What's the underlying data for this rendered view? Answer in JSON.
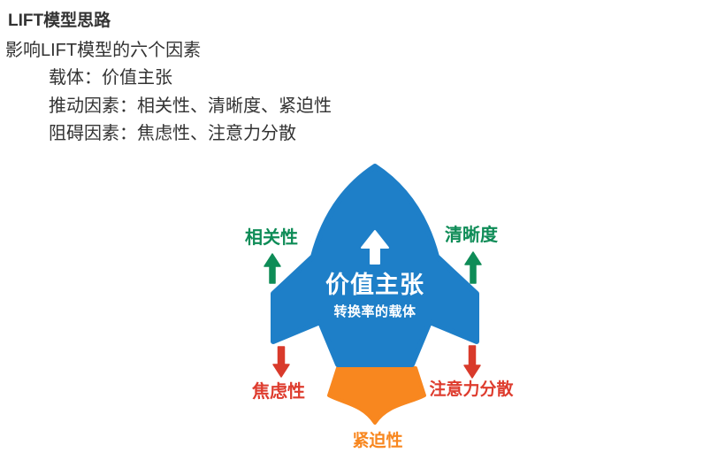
{
  "page": {
    "title": "LIFT模型思路",
    "intro": "影响LIFT模型的六个因素",
    "bullets": [
      "载体：价值主张",
      "推动因素：相关性、清晰度、紧迫性",
      "阻碍因素：焦虑性、注意力分散"
    ]
  },
  "diagram": {
    "center": {
      "title": "价值主张",
      "subtitle": "转换率的载体"
    },
    "labels": {
      "relevance": "相关性",
      "clarity": "清晰度",
      "anxiety": "焦虑性",
      "distraction": "注意力分散",
      "urgency": "紧迫性"
    },
    "colors": {
      "rocket_blue": "#1E7FC8",
      "flame_orange": "#F8871F",
      "positive_green": "#0E8C57",
      "negative_red": "#D93A2B",
      "label_red": "#DE3C2E",
      "text_dark": "#333333",
      "white": "#FFFFFF"
    }
  }
}
